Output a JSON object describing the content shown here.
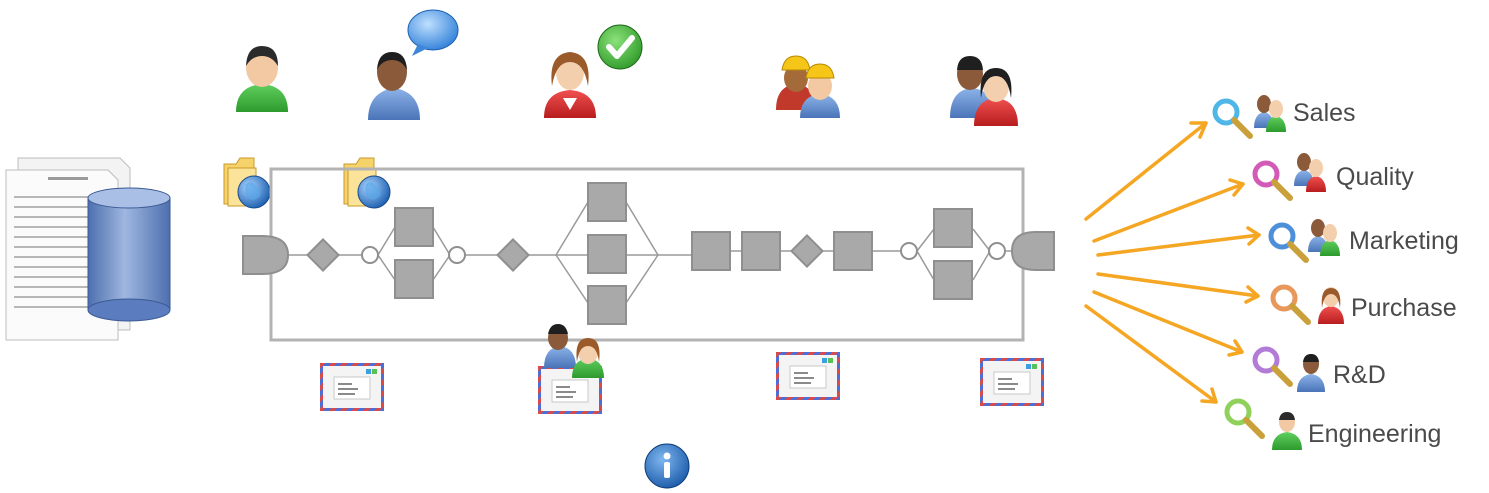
{
  "departments": [
    {
      "label": "Sales",
      "lens_color": "#4fb6e8"
    },
    {
      "label": "Quality",
      "lens_color": "#d35bb8"
    },
    {
      "label": "Marketing",
      "lens_color": "#4d8fd8"
    },
    {
      "label": "Purchase",
      "lens_color": "#e8985a"
    },
    {
      "label": "R&D",
      "lens_color": "#b27bd6"
    },
    {
      "label": "Engineering",
      "lens_color": "#8fd15a"
    }
  ],
  "colors": {
    "arrow": "#f5a623",
    "shape_fill": "#a9a9a9",
    "shape_stroke": "#8f8f8f",
    "frame": "#b3b3b3",
    "database": "#6f8fc8",
    "label": "#4a4a4a"
  },
  "icons": [
    "document-icon",
    "database-icon",
    "folder-globe-icon",
    "user-icon",
    "chat-bubble-icon",
    "check-icon",
    "workers-icon",
    "users-icon",
    "envelope-icon",
    "info-icon",
    "search-icon"
  ]
}
